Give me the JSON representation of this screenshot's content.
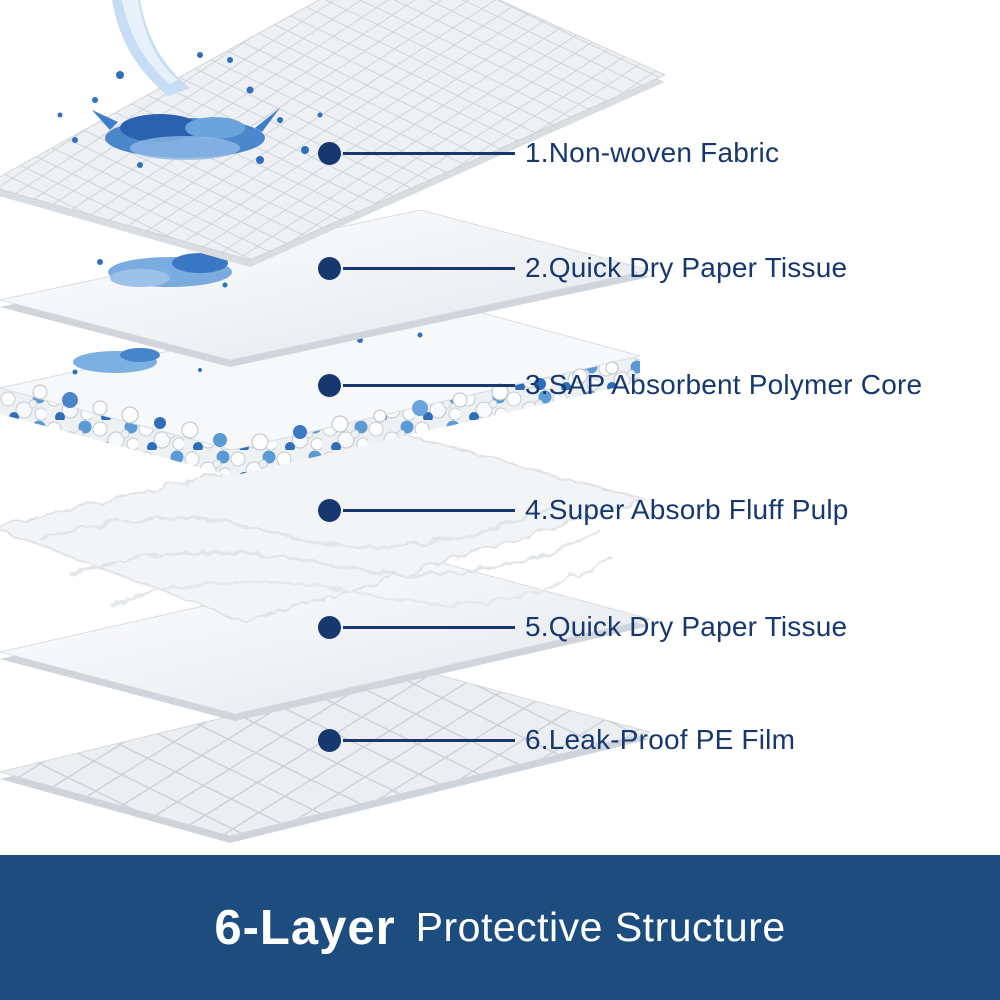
{
  "callouts": [
    {
      "label": "1.Non-woven Fabric"
    },
    {
      "label": "2.Quick Dry Paper Tissue"
    },
    {
      "label": "3.SAP Absorbent Polymer Core"
    },
    {
      "label": "4.Super Absorb Fluff Pulp"
    },
    {
      "label": "5.Quick Dry Paper Tissue"
    },
    {
      "label": "6.Leak-Proof PE Film"
    }
  ],
  "layers": [
    {
      "id": 1,
      "name": "Non-woven Fabric",
      "texture": "diamond-quilt-sheet"
    },
    {
      "id": 2,
      "name": "Quick Dry Paper Tissue",
      "texture": "smooth-white-sheet"
    },
    {
      "id": 3,
      "name": "SAP Absorbent Polymer Core",
      "texture": "polymer-bead-layer"
    },
    {
      "id": 4,
      "name": "Super Absorb Fluff Pulp",
      "texture": "fluffy-pulp-pad"
    },
    {
      "id": 5,
      "name": "Quick Dry Paper Tissue",
      "texture": "smooth-white-sheet"
    },
    {
      "id": 6,
      "name": "Leak-Proof PE Film",
      "texture": "grid-film-sheet"
    }
  ],
  "banner": {
    "bold_text": "6-Layer",
    "regular_text": "Protective Structure"
  },
  "colors": {
    "label_navy": "#16386f",
    "banner_bg": "#1d4d7e",
    "banner_text": "#ffffff",
    "water_blue_dark": "#2b62b0",
    "water_blue_mid": "#3e7dc8",
    "water_blue_light": "#8fb9e6"
  }
}
